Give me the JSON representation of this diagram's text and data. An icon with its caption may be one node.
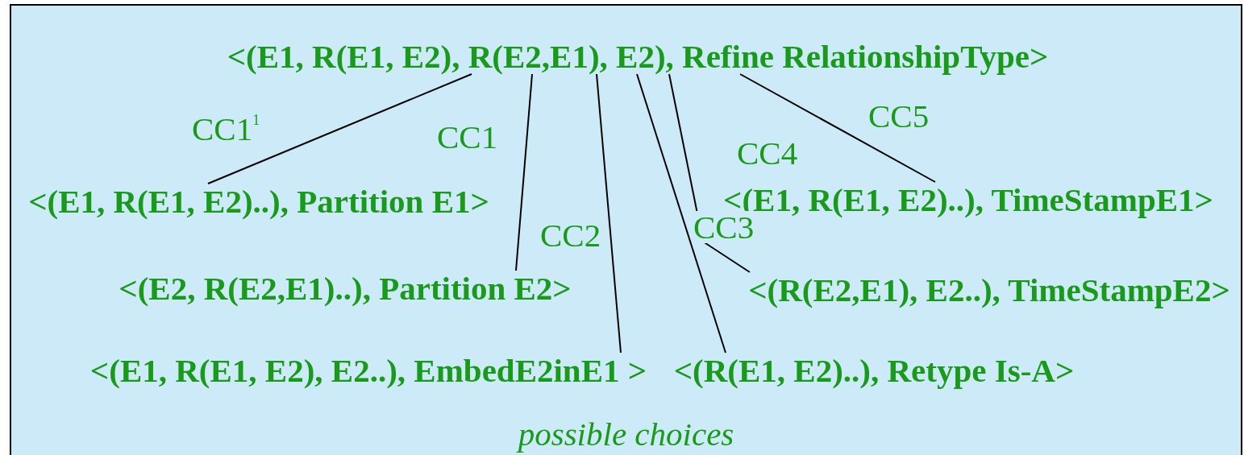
{
  "diagram": {
    "nodes": [
      {
        "text": [
          "possible choices"
        ]
      },
      {
        "text": [
          "<(E1, R(E1, E2), R(E2,E1), E2), Refine RelationshipType>"
        ],
        "in": 0
      },
      {
        "text": [
          "<(E1, R(E1, E2)..), Partition E1>"
        ],
        "in": 0
      },
      {
        "text": [
          "<(E2, R(E2,E1)..), Partition E2>"
        ],
        "in": 0
      },
      {
        "text": [
          "<(E1, R(E1, E2), E2..), EmbedE2inE1 >"
        ],
        "in": 0
      },
      {
        "text": [
          "<(R(E1, E2)..), Retype Is-A>"
        ],
        "in": 0
      },
      {
        "text": [
          "<(E1, R(E1, E2)..), TimeStampE1>"
        ],
        "in": 0
      },
      {
        "text": [
          "<(R(E2,E1), E2..), TimeStampE2>"
        ],
        "in": 0
      }
    ],
    "edges": [
      {
        "from": 1,
        "to": 2,
        "arrow": "none",
        "label": "CC1$^{1}$"
      },
      {
        "from": 1,
        "to": 3,
        "arrow": "none",
        "label": "CC1"
      },
      {
        "from": 1,
        "to": 4,
        "arrow": "none",
        "label": "CC2"
      },
      {
        "from": 1,
        "to": 5,
        "arrow": "none",
        "label": "CC3"
      },
      {
        "from": 1,
        "to": 7,
        "arrow": "none",
        "label": "CC4"
      },
      {
        "from": 1,
        "to": 6,
        "arrow": "none",
        "label": "CC5"
      }
    ]
  }
}
